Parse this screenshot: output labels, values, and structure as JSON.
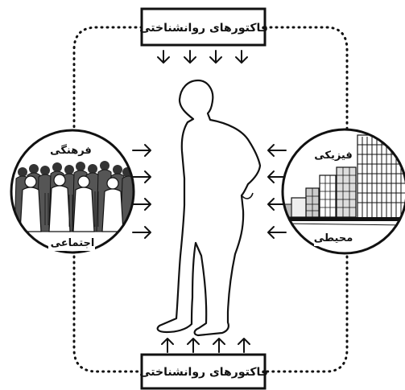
{
  "labels": {
    "top_box": "فاکتورهای روانشناختی",
    "bottom_box": "فاکتورهای روانشناختی",
    "left_circle_top": "فرهنگی",
    "left_circle_bottom": "اجتماعی",
    "right_circle_top": "فیزیکی",
    "right_circle_bottom": "محیطی"
  },
  "colors": {
    "ink": "#111111",
    "background": "#ffffff"
  }
}
